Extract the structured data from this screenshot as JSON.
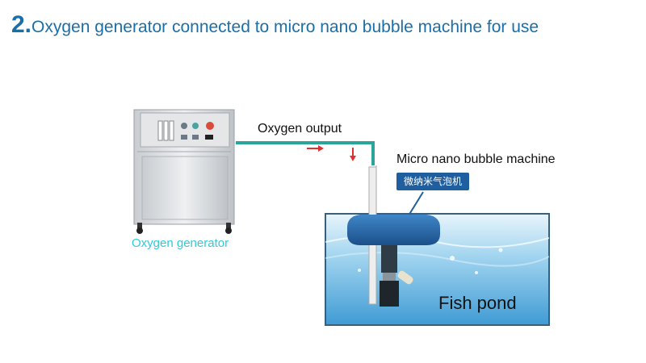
{
  "header": {
    "number": "2.",
    "title": "Oxygen generator connected to micro nano bubble machine for use"
  },
  "labels": {
    "oxygen_output": "Oxygen output",
    "bubble_machine": "Micro nano bubble machine",
    "machine_tag": "微纳米气泡机",
    "fish_pond": "Fish pond",
    "oxygen_generator": "Oxygen generator"
  },
  "colors": {
    "title": "#1a6fa8",
    "pipe": "#2aa59a",
    "generator_label": "#2ecbd6",
    "tag": "#1f5fa0",
    "arrow": "#e03030"
  }
}
